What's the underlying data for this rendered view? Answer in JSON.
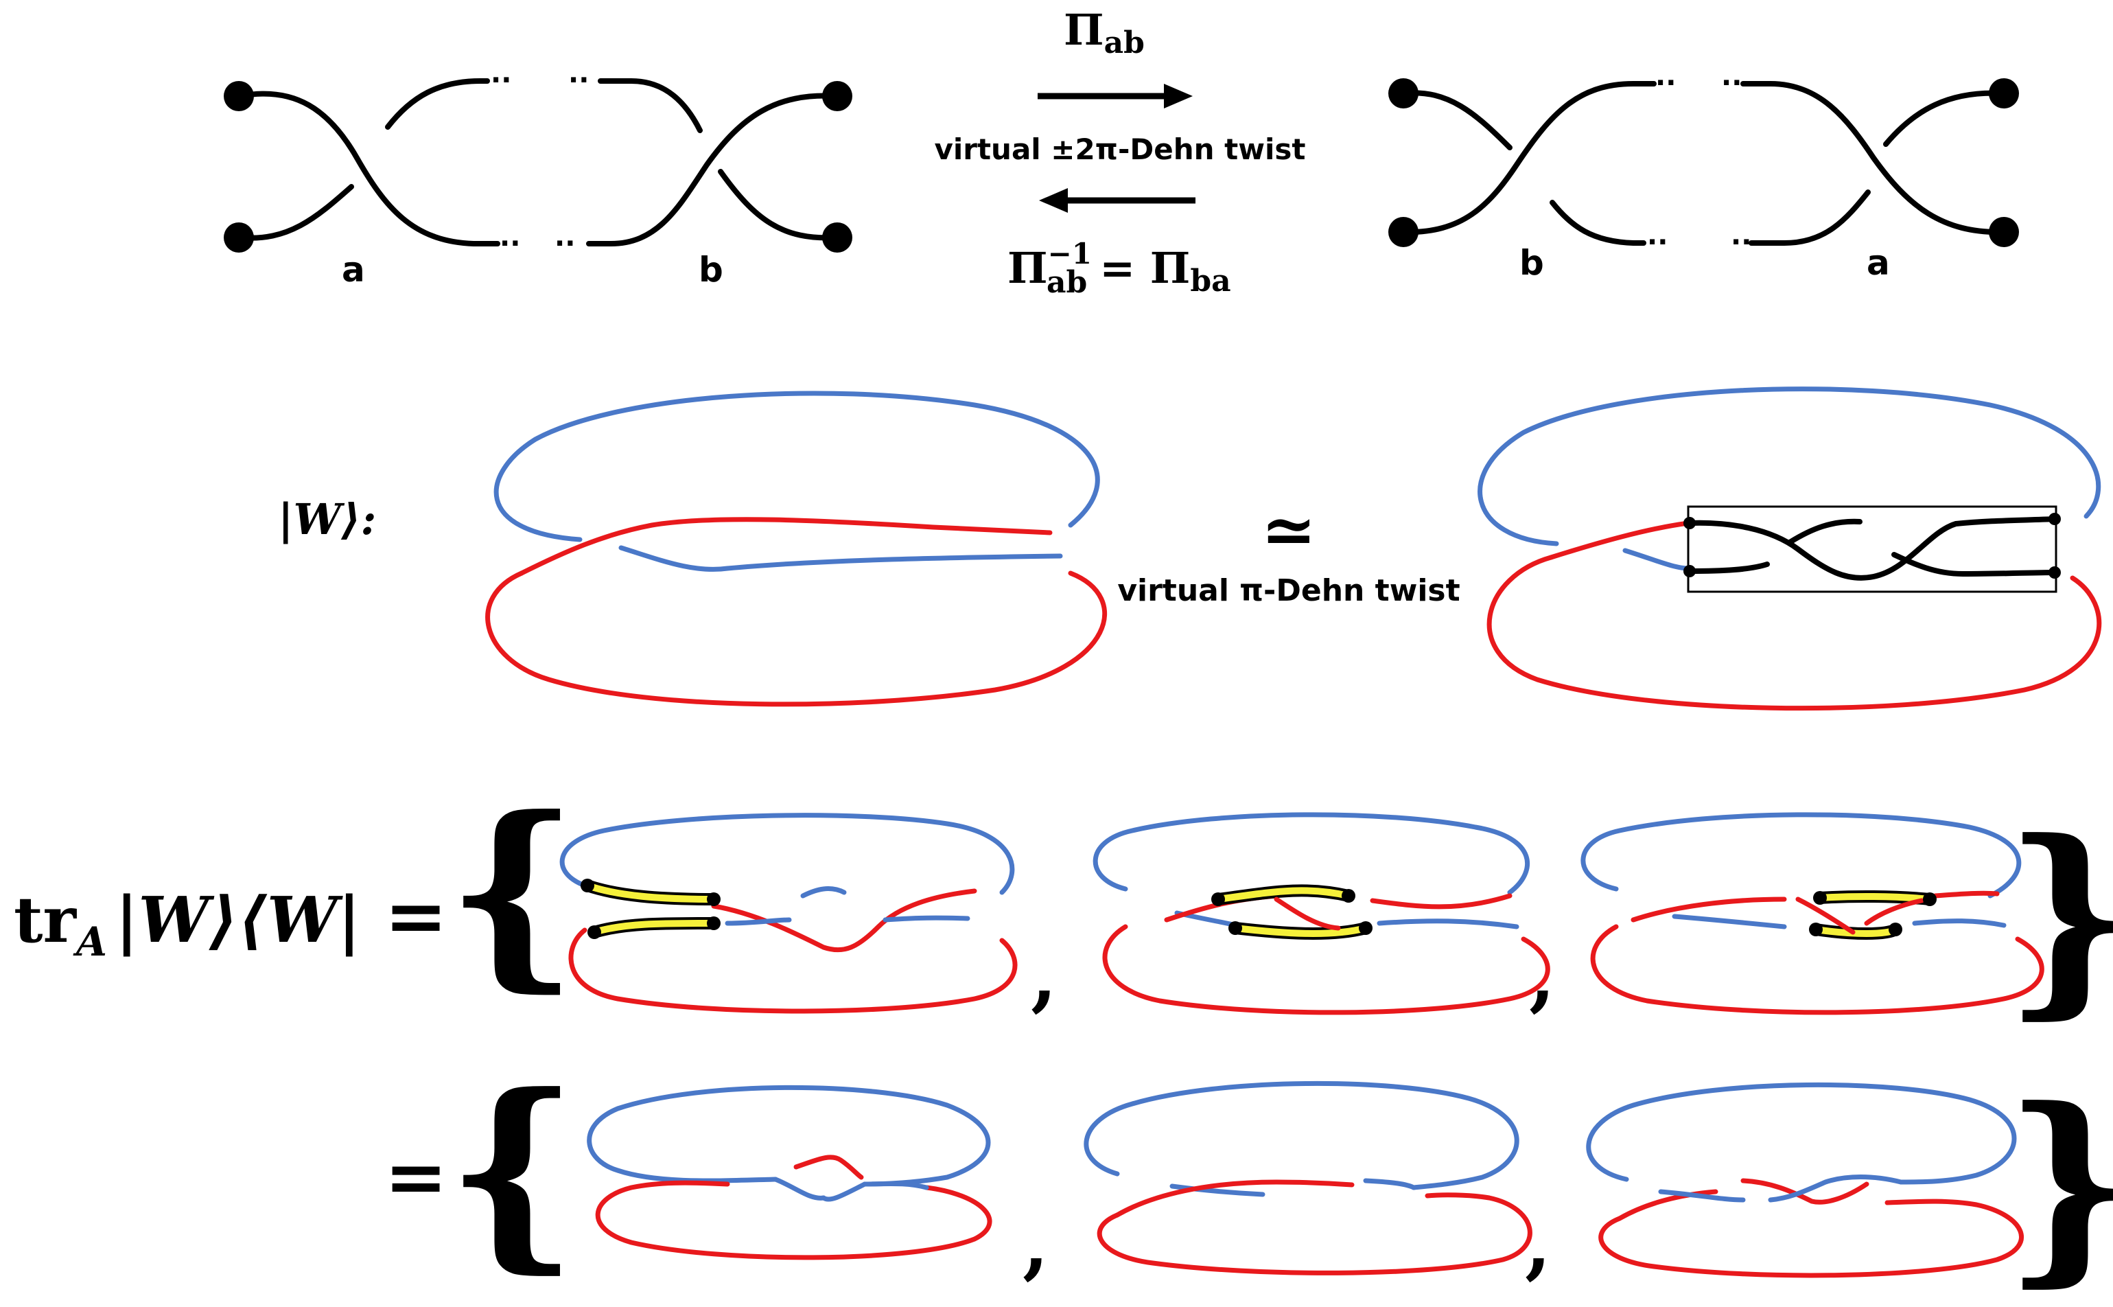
{
  "colors": {
    "blue": "#4a78c8",
    "red": "#e8191c",
    "yellow": "#f5f03a",
    "ink": "#000000"
  },
  "top": {
    "left_labels": {
      "a": "a",
      "b": "b"
    },
    "right_labels": {
      "b": "b",
      "a": "a"
    },
    "forward_op": "Π",
    "forward_sub": "ab",
    "middle_text": "virtual ±2π-Dehn twist",
    "inverse_op": "Π",
    "inverse_sub": "ab",
    "inverse_sup": "−1",
    "inverse_eq": "= Π",
    "inverse_rhs_sub": "ba"
  },
  "middle": {
    "state_label": "|W⟩:",
    "equiv_symbol": "≃",
    "equiv_text": "virtual π-Dehn twist"
  },
  "bottom": {
    "trace_op": "tr",
    "trace_sub": "A",
    "trace_rest": "|W⟩⟨W|",
    "equals": "=",
    "left_brace": "{",
    "right_brace": "}",
    "comma": ","
  }
}
